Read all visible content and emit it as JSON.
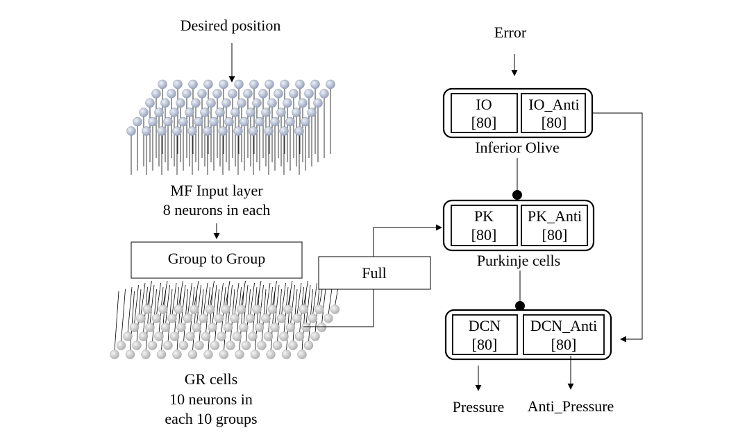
{
  "left": {
    "input_label": "Desired position",
    "mf_label_line1": "MF Input layer",
    "mf_label_line2": "8 neurons in each",
    "group_box": "Group to Group",
    "full_box": "Full",
    "gr_label_line1": "GR cells",
    "gr_label_line2": "10 neurons in",
    "gr_label_line3": "each 10 groups"
  },
  "right": {
    "error_label": "Error",
    "io": {
      "name": "IO",
      "count": "[80]"
    },
    "io_anti": {
      "name": "IO_Anti",
      "count": "[80]"
    },
    "io_group": "Inferior Olive",
    "pk": {
      "name": "PK",
      "count": "[80]"
    },
    "pk_anti": {
      "name": "PK_Anti",
      "count": "[80]"
    },
    "pk_group": "Purkinje cells",
    "dcn": {
      "name": "DCN",
      "count": "[80]"
    },
    "dcn_anti": {
      "name": "DCN_Anti",
      "count": "[80]"
    },
    "out_left": "Pressure",
    "out_right": "Anti_Pressure"
  },
  "colors": {
    "mf_neuron": "#b9c2d6",
    "gr_neuron": "#d4d4d4"
  }
}
